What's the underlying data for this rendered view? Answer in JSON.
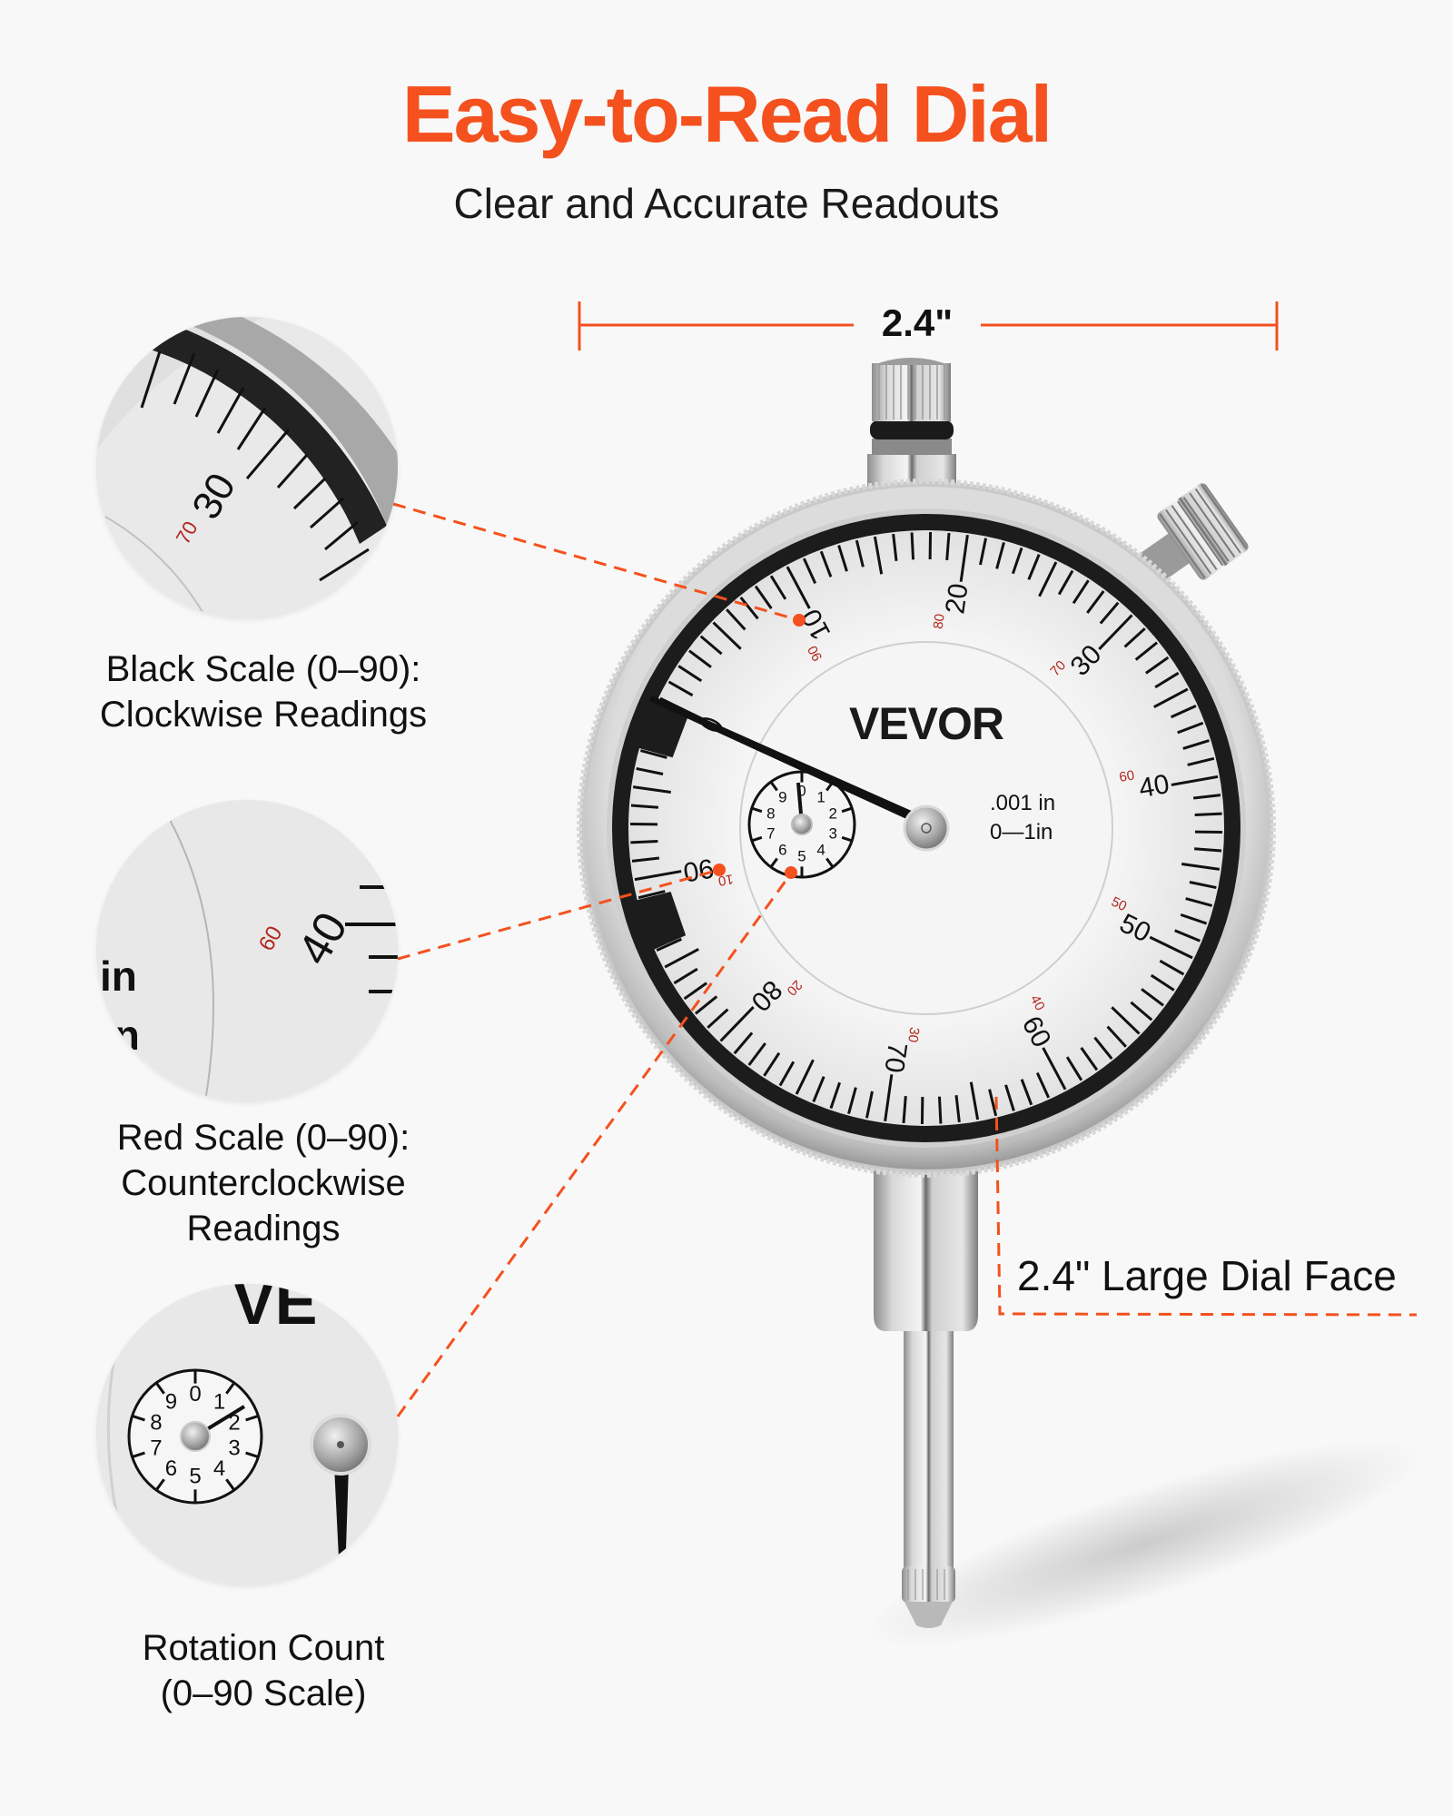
{
  "header": {
    "title": "Easy-to-Read Dial",
    "subtitle": "Clear and Accurate Readouts"
  },
  "dimension": {
    "width_label": "2.4\"",
    "dial_face_label": "2.4\" Large Dial Face"
  },
  "callouts": [
    {
      "id": "black-scale",
      "caption_line1": "Black Scale (0–90):",
      "caption_line2": "Clockwise Readings",
      "zoom_black_number": "30",
      "zoom_red_number": "70"
    },
    {
      "id": "red-scale",
      "caption_line1": "Red Scale (0–90):",
      "caption_line2": "Counterclockwise",
      "caption_line3": "Readings",
      "zoom_black_number": "40",
      "zoom_red_number": "60",
      "zoom_unit_text_1": "in",
      "zoom_unit_text_2": "'in"
    },
    {
      "id": "rotation-count",
      "caption_line1": "Rotation Count",
      "caption_line2": "(0–90 Scale)",
      "zoom_brand_fragment": "VE"
    }
  ],
  "dial": {
    "brand": "VEVOR",
    "resolution": ".001 in",
    "range": "0—1in",
    "black_scale": [
      "10",
      "20",
      "30",
      "40",
      "50",
      "60",
      "70",
      "80",
      "90"
    ],
    "red_scale": [
      "90",
      "80",
      "70",
      "60",
      "50",
      "40",
      "30",
      "20",
      "10"
    ],
    "rotation_counter": [
      "0",
      "1",
      "2",
      "3",
      "4",
      "5",
      "6",
      "7",
      "8",
      "9"
    ]
  },
  "colors": {
    "accent": "#f4511e",
    "red_scale": "#b3261e",
    "background": "#f8f8f8",
    "dial_ring": "#1c1c1c"
  }
}
